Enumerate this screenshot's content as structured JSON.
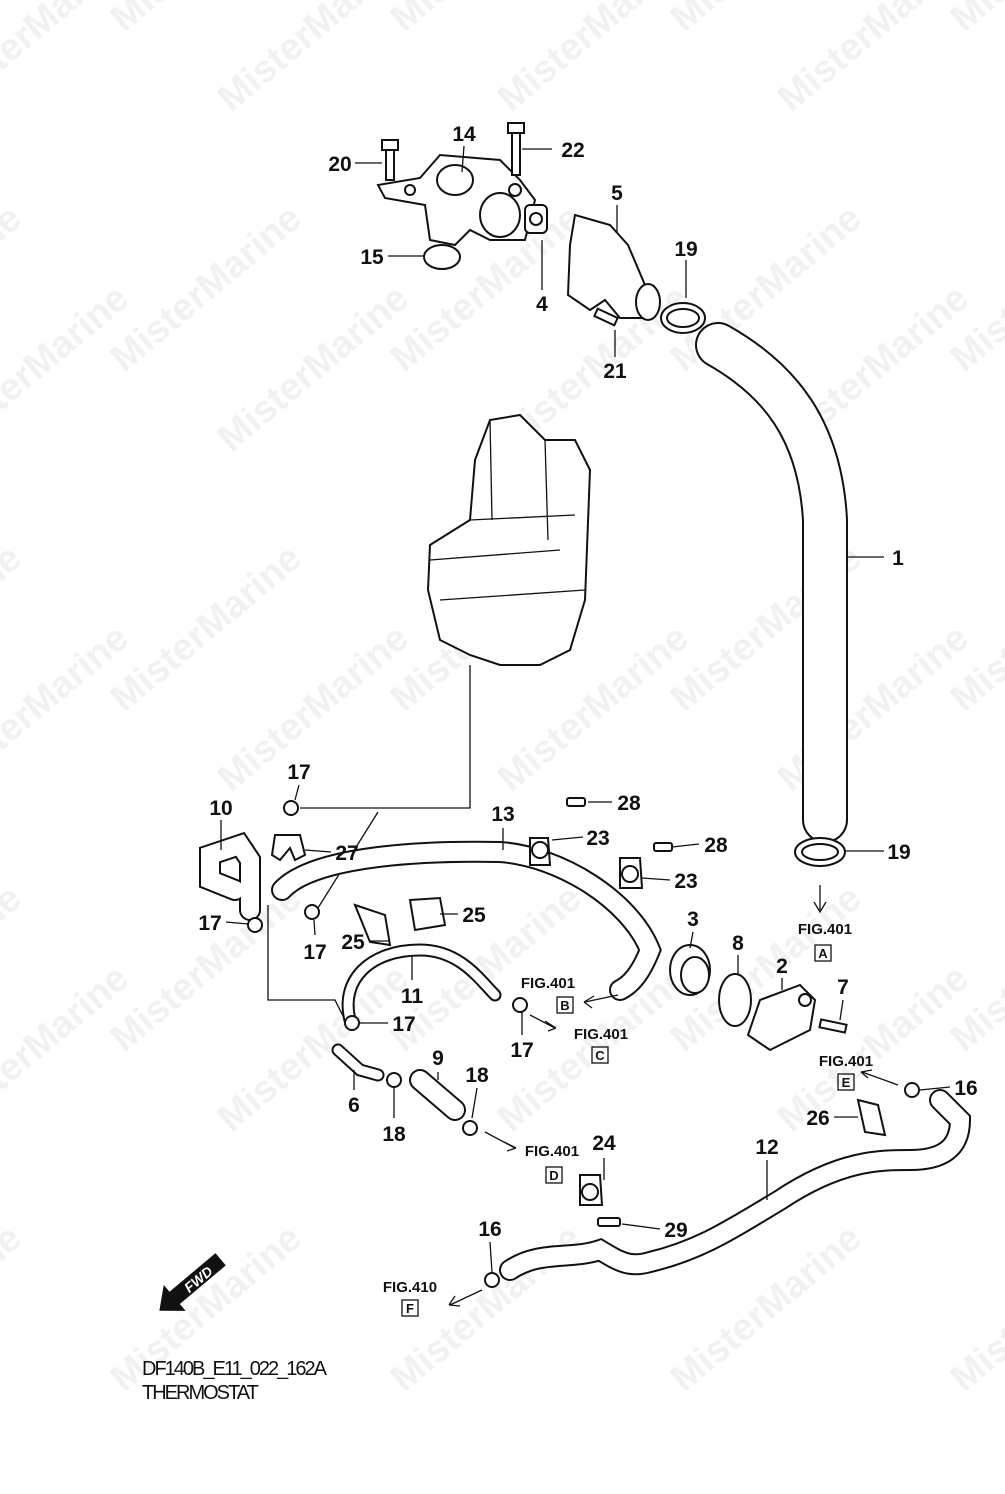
{
  "watermark": "MisterMarine",
  "diagram": {
    "code": "DF140B_E11_022_162A",
    "title": "THERMOSTAT",
    "fwd_label": "FWD"
  },
  "callouts": [
    "20",
    "14",
    "22",
    "5",
    "19",
    "15",
    "4",
    "21",
    "1",
    "17",
    "10",
    "13",
    "28",
    "23",
    "28",
    "27",
    "23",
    "19",
    "17",
    "17",
    "25",
    "25",
    "3",
    "8",
    "2",
    "7",
    "11",
    "17",
    "17",
    "6",
    "9",
    "18",
    "18",
    "16",
    "26",
    "24",
    "12",
    "29",
    "16"
  ],
  "fig_refs": [
    {
      "label": "FIG.401",
      "box": "A"
    },
    {
      "label": "FIG.401",
      "box": "B"
    },
    {
      "label": "FIG.401",
      "box": "C"
    },
    {
      "label": "FIG.401",
      "box": "D"
    },
    {
      "label": "FIG.401",
      "box": "E"
    },
    {
      "label": "FIG.410",
      "box": "F"
    }
  ]
}
